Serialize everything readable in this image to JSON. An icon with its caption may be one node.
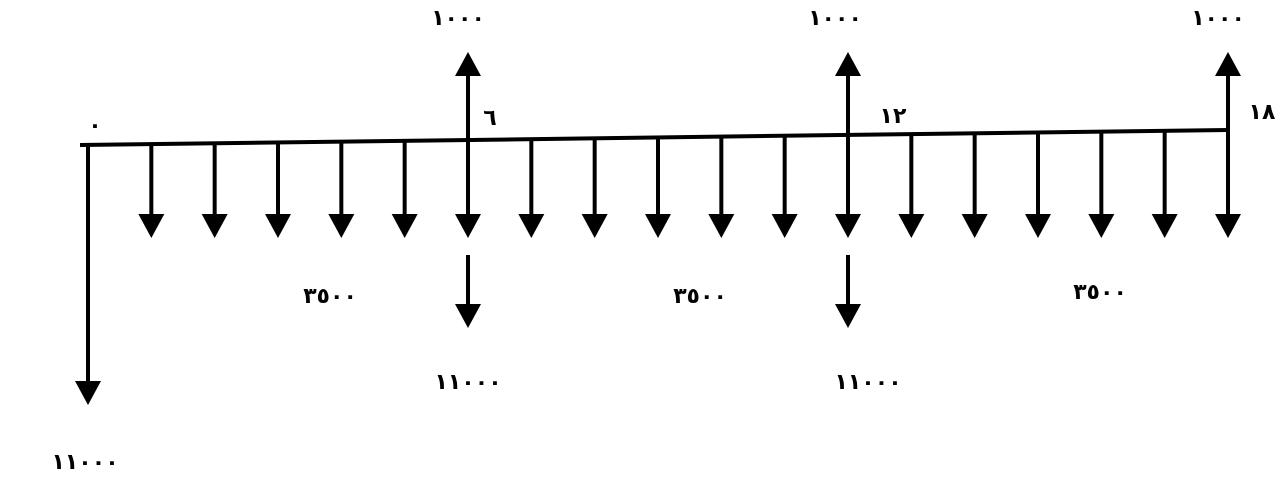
{
  "diagram": {
    "labels": [
      "١٠٠٠",
      "١٠٠٠",
      "١٠٠٠",
      "٠",
      "٦",
      "١٢",
      "١٨",
      "٣٥٠٠",
      "٣٥٠٠",
      "٣٥٠٠",
      "١١٠٠٠",
      "١١٠٠٠",
      "١١٠٠٠"
    ]
  }
}
